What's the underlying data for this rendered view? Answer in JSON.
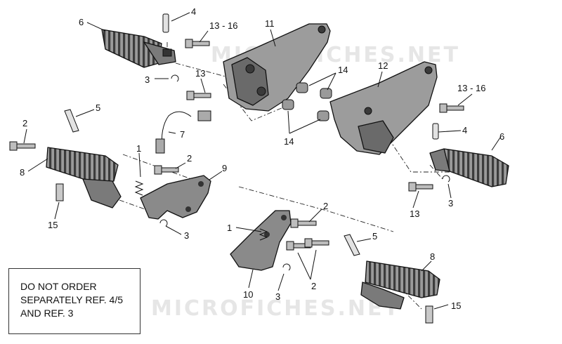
{
  "watermark": {
    "top": "MICROFICHES.NET",
    "bottom": "MICROFICHES.NET"
  },
  "note": {
    "line1": "DO NOT ORDER",
    "line2": "SEPARATELY REF. 4/5",
    "line3": "AND REF. 3"
  },
  "labels": {
    "l6_left": "6",
    "l4_top": "4",
    "l13_16_top": "13 - 16",
    "l11": "11",
    "l3_upper_left": "3",
    "l13_upper_left": "13",
    "l14_upper": "14",
    "l12": "12",
    "l13_16_right": "13 - 16",
    "l5_left": "5",
    "l7": "7",
    "l2_far_left": "2",
    "l14_lower": "14",
    "l4_right": "4",
    "l6_right": "6",
    "l1_left": "1",
    "l2_center_left": "2",
    "l9": "9",
    "l8_left": "8",
    "l13_right": "13",
    "l3_right": "3",
    "l15_left": "15",
    "l3_center_left": "3",
    "l2_center_right": "2",
    "l1_center": "1",
    "l5_center": "5",
    "l8_right": "8",
    "l2_lower_center": "2",
    "l10": "10",
    "l3_lower_center": "3",
    "l15_right": "15"
  }
}
